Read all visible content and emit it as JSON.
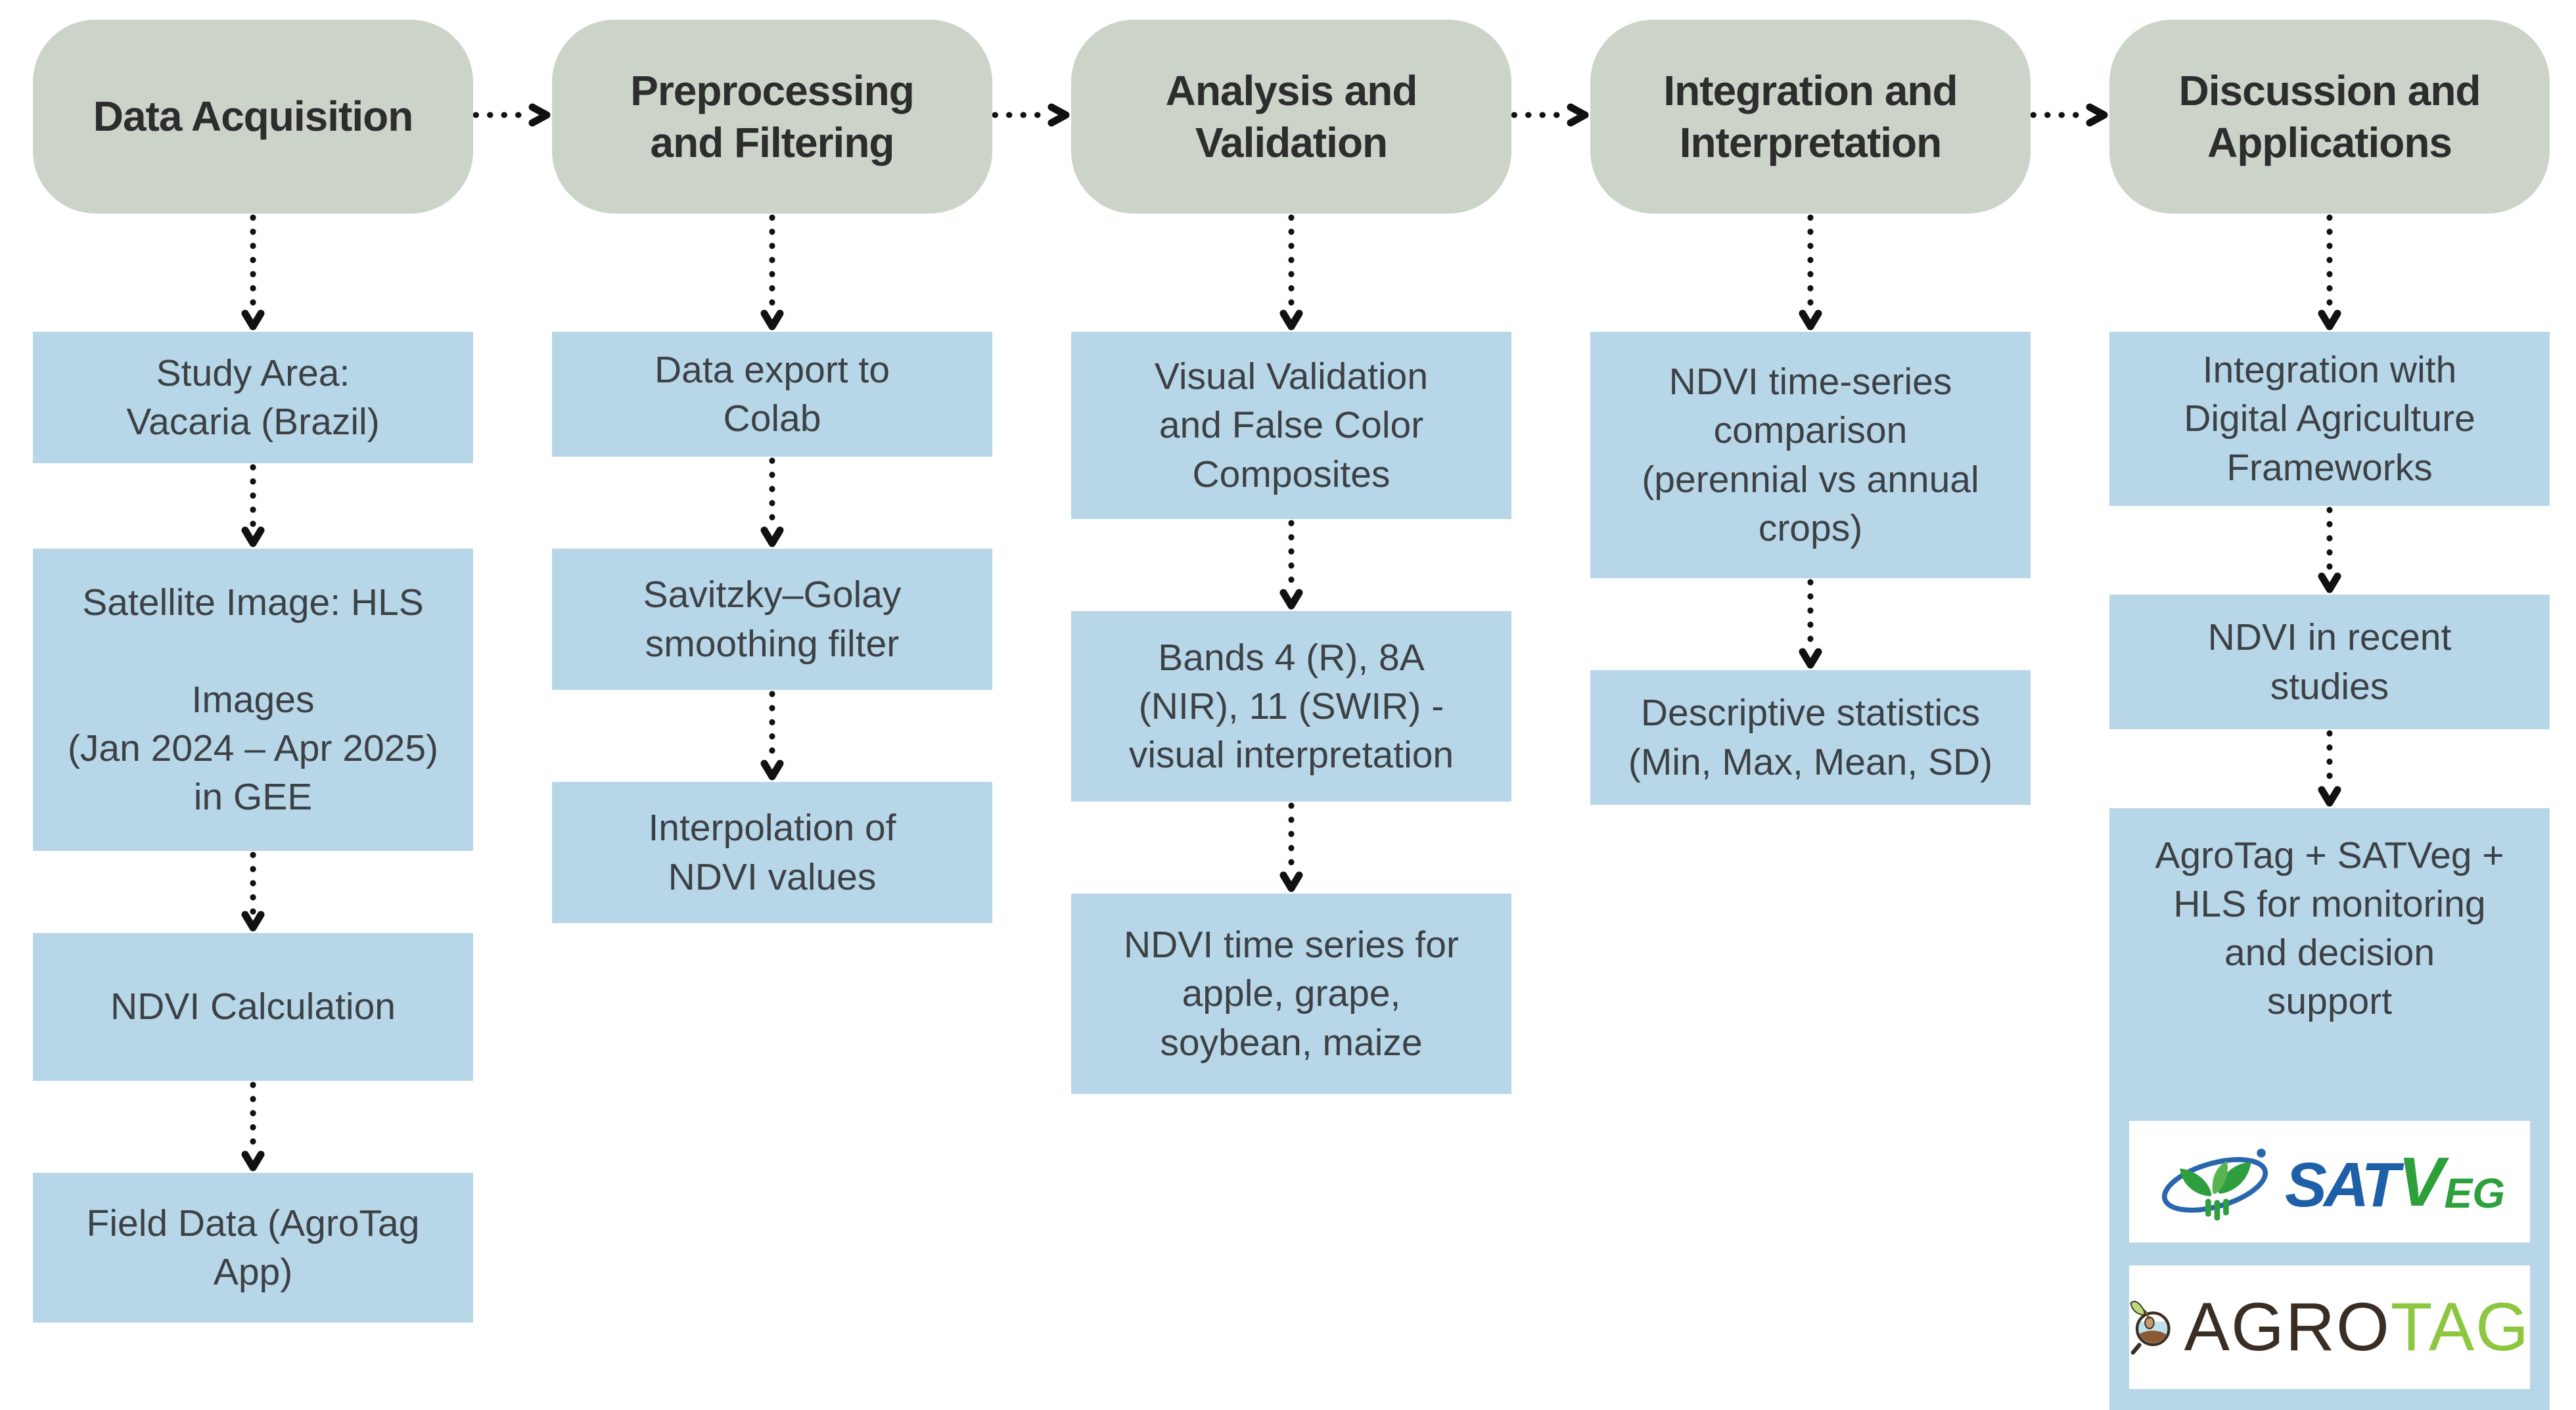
{
  "columns": [
    {
      "header": "Data Acquisition",
      "boxes": [
        "Study Area:\nVacaria (Brazil)",
        "Satellite Image: HLS\n\nImages\n(Jan 2024 – Apr 2025)\nin GEE",
        "NDVI Calculation",
        "Field Data (AgroTag\nApp)"
      ]
    },
    {
      "header": "Preprocessing\nand Filtering",
      "boxes": [
        "Data export to\nColab",
        "Savitzky–Golay\nsmoothing filter",
        "Interpolation of\nNDVI values"
      ]
    },
    {
      "header": "Analysis and\nValidation",
      "boxes": [
        "Visual Validation\nand False Color\nComposites",
        "Bands 4 (R), 8A\n(NIR), 11 (SWIR) -\nvisual interpretation",
        "NDVI time series for\napple, grape,\nsoybean, maize"
      ]
    },
    {
      "header": "Integration and\nInterpretation",
      "boxes": [
        "NDVI time-series\ncomparison\n(perennial vs annual\ncrops)",
        "Descriptive statistics\n(Min, Max, Mean, SD)"
      ]
    },
    {
      "header": "Discussion and\nApplications",
      "boxes": [
        "Integration with\nDigital Agriculture\nFrameworks",
        "NDVI in recent\nstudies",
        "AgroTag + SATVeg +\nHLS for monitoring\nand decision\nsupport"
      ]
    }
  ],
  "logos": {
    "satveg": {
      "sat": "SAT",
      "v": "V",
      "eg": "EG"
    },
    "agrotag": {
      "agro": "AGRO",
      "tag": "TAG"
    }
  },
  "icons": {
    "arrow_down": "dotted-arrow-down",
    "arrow_right": "dotted-arrow-right",
    "satveg": "plant-orbit-icon",
    "agrotag": "magnifier-sprout-icon"
  },
  "colors": {
    "stage_pill": "#ccd4ca",
    "process_box": "#b7d7e9",
    "arrow": "#111111",
    "satveg_blue": "#1d60a8",
    "satveg_green": "#2da03c",
    "agrotag_brown": "#3a2e24",
    "agrotag_green": "#8dc63f"
  }
}
